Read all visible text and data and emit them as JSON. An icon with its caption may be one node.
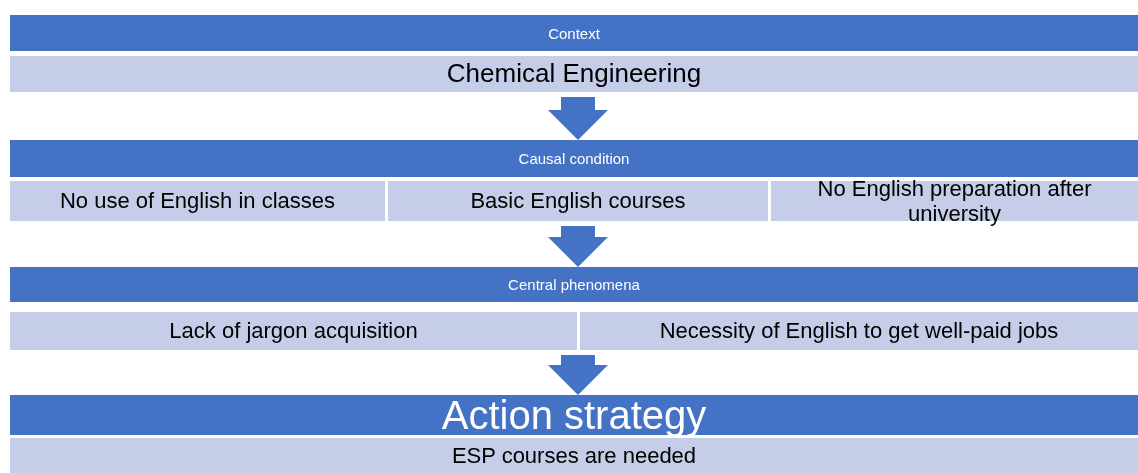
{
  "diagram": {
    "nodes": [
      {
        "text": [
          "Context"
        ]
      },
      {
        "text": [
          "Chemical Engineering"
        ],
        "in": 0
      },
      {
        "text": [
          "Causal condition"
        ]
      },
      {
        "text": [
          "No use of English in classes"
        ],
        "in": 2
      },
      {
        "text": [
          "Basic English courses"
        ],
        "in": 2
      },
      {
        "text": [
          "No English preparation after university"
        ],
        "in": 2
      },
      {
        "text": [
          "Central phenomena"
        ]
      },
      {
        "text": [
          "Lack of jargon acquisition"
        ],
        "in": 6
      },
      {
        "text": [
          "Necessity of English to get well-paid jobs"
        ],
        "in": 6
      },
      {
        "text": [
          "Action strategy"
        ]
      },
      {
        "text": [
          "ESP courses are needed"
        ],
        "in": 9
      }
    ],
    "edges": [
      {
        "from": 0,
        "to": 2,
        "arrow": "to"
      },
      {
        "from": 2,
        "to": 6,
        "arrow": "to"
      },
      {
        "from": 6,
        "to": 9,
        "arrow": "to"
      }
    ]
  }
}
